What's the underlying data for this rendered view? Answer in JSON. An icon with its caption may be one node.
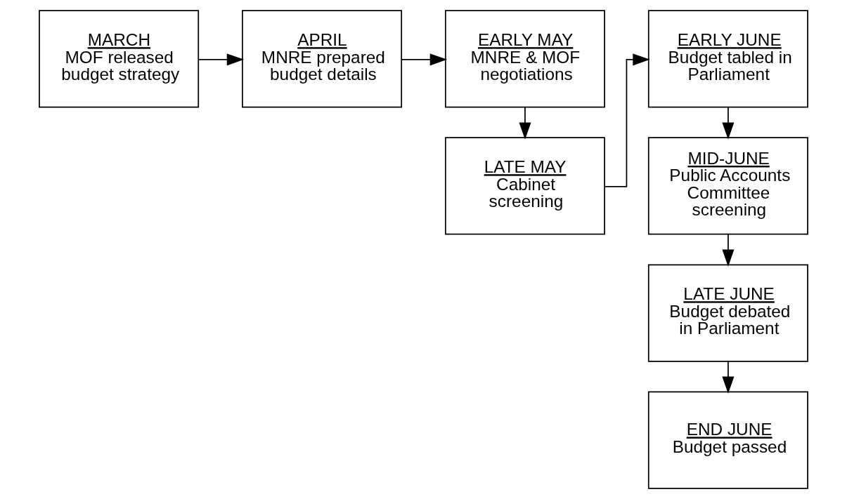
{
  "diagram": {
    "nodes": [
      {
        "text": [
          "MARCH",
          "MOF released budget strategy"
        ]
      },
      {
        "text": [
          "APRIL",
          "MNRE prepared budget details"
        ]
      },
      {
        "text": [
          "EARLY MAY",
          "MNRE & MOF negotiations"
        ]
      },
      {
        "text": [
          "LATE MAY",
          "Cabinet screening"
        ]
      },
      {
        "text": [
          "EARLY JUNE",
          "Budget tabled in Parliament"
        ]
      },
      {
        "text": [
          "MID-JUNE",
          "Public Accounts Committee screening"
        ]
      },
      {
        "text": [
          "LATE JUNE",
          "Budget debated in Parliament"
        ]
      },
      {
        "text": [
          "END JUNE",
          "Budget passed"
        ]
      }
    ],
    "edges": [
      {
        "from": 0,
        "to": 1,
        "arrow": "to"
      },
      {
        "from": 1,
        "to": 2,
        "arrow": "to"
      },
      {
        "from": 2,
        "to": 3,
        "arrow": "to"
      },
      {
        "from": 3,
        "to": 4,
        "arrow": "to"
      },
      {
        "from": 4,
        "to": 5,
        "arrow": "to"
      },
      {
        "from": 5,
        "to": 6,
        "arrow": "to"
      },
      {
        "from": 6,
        "to": 7,
        "arrow": "to"
      }
    ]
  }
}
